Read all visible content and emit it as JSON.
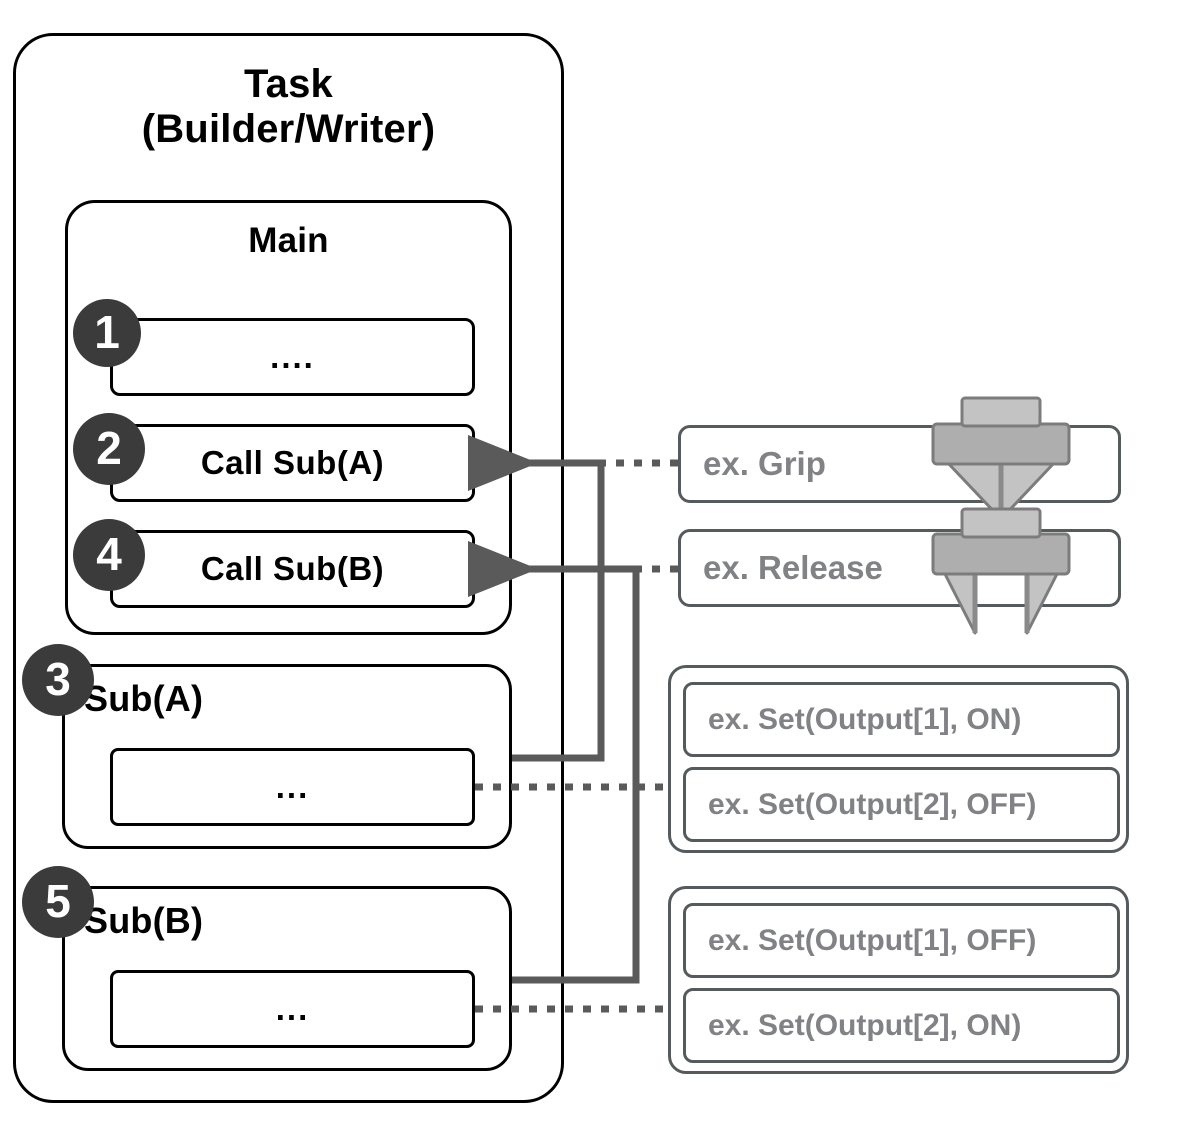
{
  "diagram": {
    "task": {
      "title_line1": "Task",
      "title_line2": "(Builder/Writer)"
    },
    "main": {
      "title": "Main",
      "steps": [
        {
          "number": "1",
          "label": "...."
        },
        {
          "number": "2",
          "label": "Call Sub(A)"
        },
        {
          "number": "4",
          "label": "Call Sub(B)"
        }
      ]
    },
    "subroutines": [
      {
        "number": "3",
        "name": "Sub(A)",
        "body": "..."
      },
      {
        "number": "5",
        "name": "Sub(B)",
        "body": "..."
      }
    ],
    "examples": {
      "actions": [
        {
          "label": "ex. Grip",
          "icon": "gripper-closed-icon"
        },
        {
          "label": "ex. Release",
          "icon": "gripper-open-icon"
        }
      ],
      "groups": [
        {
          "items": [
            "ex. Set(Output[1], ON)",
            "ex. Set(Output[2], OFF)"
          ]
        },
        {
          "items": [
            "ex. Set(Output[1], OFF)",
            "ex. Set(Output[2], ON)"
          ]
        }
      ]
    },
    "colors": {
      "outline_black": "#000000",
      "outline_gray": "#555a5c",
      "circle_fill": "#3b3b3b",
      "circle_text": "#ffffff",
      "gray_text": "#808285",
      "connector": "#5a5a5a",
      "icon_light": "#b9b9b9",
      "icon_mid": "#a8a8a8",
      "icon_stroke": "#7c7c7c"
    }
  }
}
